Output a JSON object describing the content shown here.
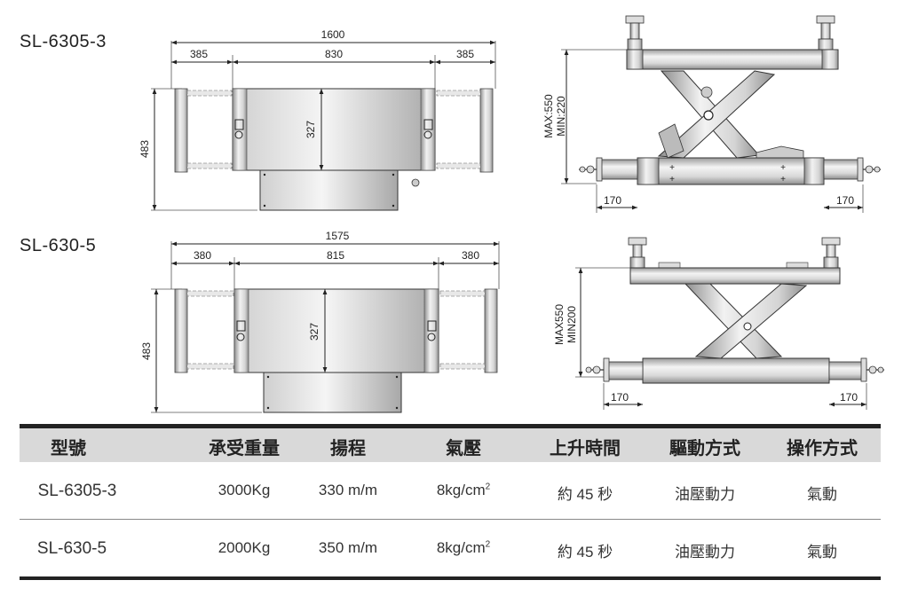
{
  "models": [
    {
      "name": "SL-6305-3",
      "overall_width": "1600",
      "side_left": "385",
      "center_width": "830",
      "side_right": "385",
      "depth": "483",
      "inner_depth": "327",
      "height_label": "MAX:550\nMIN:220",
      "height_max": "MAX:550",
      "height_min": "MIN:220",
      "foot_left": "170",
      "foot_right": "170"
    },
    {
      "name": "SL-630-5",
      "overall_width": "1575",
      "side_left": "380",
      "center_width": "815",
      "side_right": "380",
      "depth": "483",
      "inner_depth": "327",
      "height_max": "MAX550",
      "height_min": "MIN200",
      "foot_left": "170",
      "foot_right": "170"
    }
  ],
  "table": {
    "headers": [
      "型號",
      "承受重量",
      "揚程",
      "氣壓",
      "上升時間",
      "驅動方式",
      "操作方式"
    ],
    "rows": [
      {
        "model": "SL-6305-3",
        "load": "3000Kg",
        "lift": "330 m/m",
        "pressure": "8kg/cm",
        "pressure_sup": "2",
        "rise_time": "約 45 秒",
        "drive": "油壓動力",
        "operation": "氣動"
      },
      {
        "model": "SL-630-5",
        "load": "2000Kg",
        "lift": "350 m/m",
        "pressure": "8kg/cm",
        "pressure_sup": "2",
        "rise_time": "約 45 秒",
        "drive": "油壓動力",
        "operation": "氣動"
      }
    ]
  }
}
